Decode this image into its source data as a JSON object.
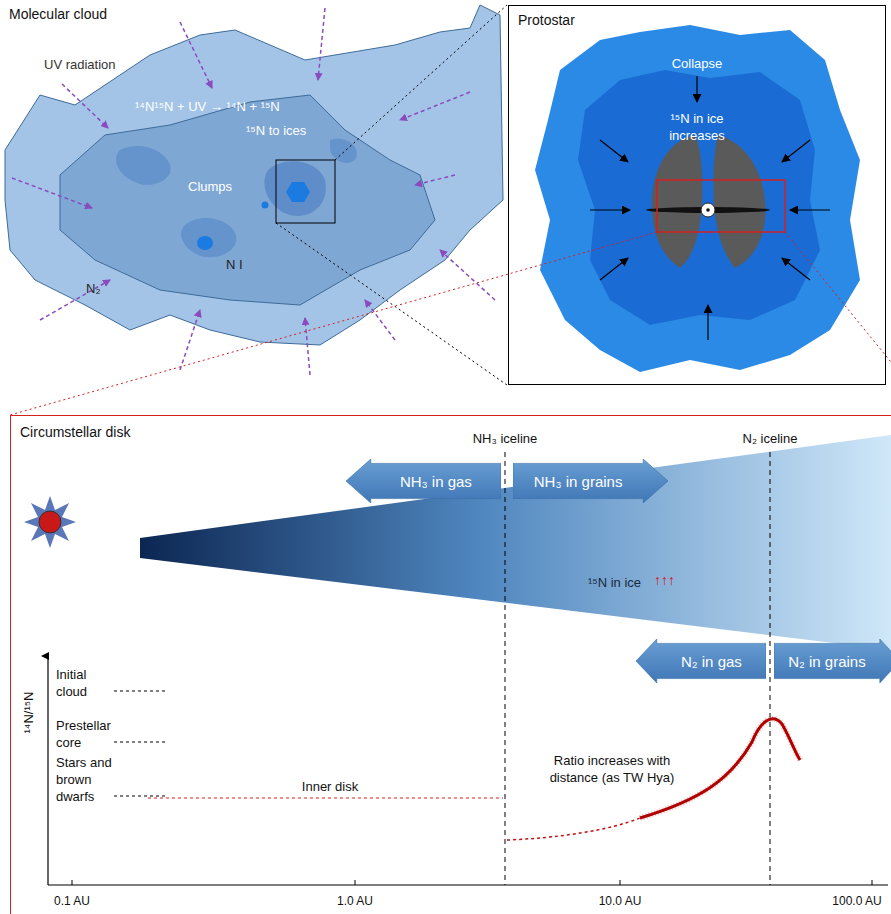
{
  "diagram": {
    "nodes": [
      {
        "text": [
          "Molecular cloud"
        ]
      },
      {
        "text": [
          "Protostar"
        ]
      },
      {
        "text": [
          "Circumstellar disk"
        ]
      },
      {
        "text": [
          "NH₃ in gas"
        ],
        "in": 2
      },
      {
        "text": [
          "NH₃ in grains"
        ],
        "in": 2
      },
      {
        "text": [
          "N₂ in gas"
        ],
        "in": 2
      },
      {
        "text": [
          "N₂ in grains"
        ],
        "in": 2
      }
    ],
    "labels": [
      "UV radiation",
      "¹⁴N¹⁵N + UV → ¹⁴N + ¹⁵N",
      "¹⁵N to ices",
      "Clumps",
      "N₂",
      "N I",
      "Collapse",
      "¹⁵N in ice increases",
      "NH₃ iceline",
      "N₂ iceline",
      "¹⁵N in ice",
      "↑↑↑",
      "¹⁴N/¹⁵N",
      "Initial cloud",
      "Prestellar core",
      "Stars and brown dwarfs",
      "Inner disk",
      "Ratio increases with distance (as TW Hya)",
      "0.1 AU",
      "1.0 AU",
      "10.0 AU",
      "100.0 AU"
    ]
  }
}
